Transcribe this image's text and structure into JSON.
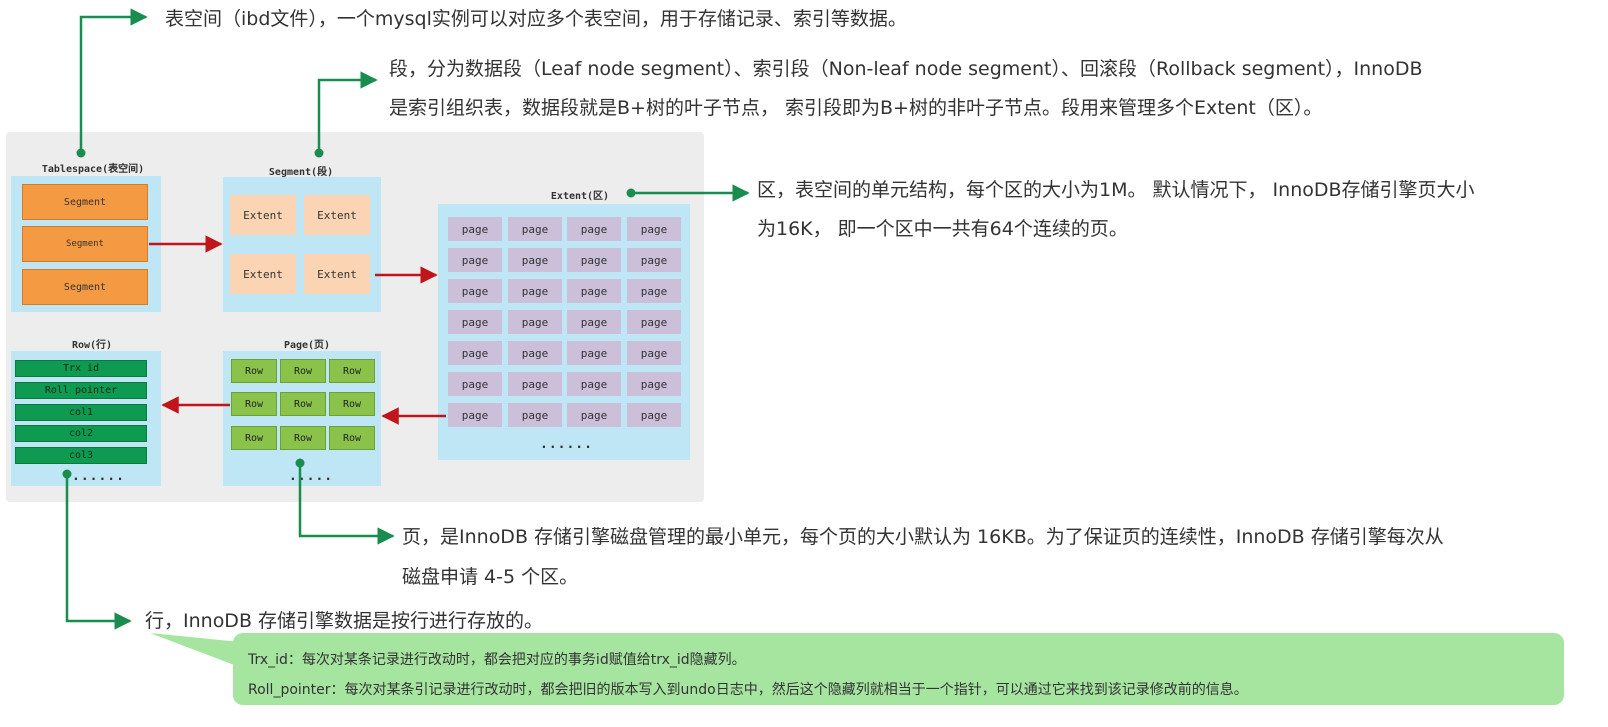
{
  "diagram": {
    "tablespace": {
      "title": "Tablespace(表空间)",
      "segments": [
        "Segment",
        "Segment",
        "Segment"
      ]
    },
    "segment": {
      "title": "Segment(段)",
      "extents": [
        "Extent",
        "Extent",
        "Extent",
        "Extent"
      ]
    },
    "extent": {
      "title": "Extent(区)",
      "page_label": "page",
      "more": "......"
    },
    "page": {
      "title": "Page(页)",
      "row_label": "Row",
      "more": "....."
    },
    "row": {
      "title": "Row(行)",
      "fields": [
        "Trx id",
        "Roll pointer",
        "col1",
        "col2",
        "col3"
      ],
      "more": "......"
    }
  },
  "descriptions": {
    "tablespace": "表空间（ibd文件），一个mysql实例可以对应多个表空间，用于存储记录、索引等数据。",
    "segment_line1": "段，分为数据段（Leaf node segment）、索引段（Non-leaf node segment）、回滚段（Rollback segment），InnoDB",
    "segment_line2": "是索引组织表，数据段就是B+树的叶子节点， 索引段即为B+树的非叶子节点。段用来管理多个Extent（区）。",
    "extent_line1": "区，表空间的单元结构，每个区的大小为1M。 默认情况下， InnoDB存储引擎页大小",
    "extent_line2": "为16K， 即一个区中一共有64个连续的页。",
    "page_line1": "页，是InnoDB 存储引擎磁盘管理的最小单元，每个页的大小默认为 16KB。为了保证页的连续性，InnoDB 存储引擎每次从",
    "page_line2": "磁盘申请 4-5 个区。",
    "row": "行，InnoDB 存储引擎数据是按行进行存放的。"
  },
  "note": {
    "trx_id": "Trx_id：每次对某条记录进行改动时，都会把对应的事务id赋值给trx_id隐藏列。",
    "roll_pointer": "Roll_pointer：每次对某条引记录进行改动时，都会把旧的版本写入到undo日志中，然后这个隐藏列就相当于一个指针，可以通过它来找到该记录修改前的信息。"
  },
  "colors": {
    "connector_green": "#1a8c4e",
    "flow_arrow_red": "#c0151a",
    "container_blue": "#bfe6f4",
    "segment_orange": "#f39a42",
    "extent_peach": "#fbd5b3",
    "page_lavender": "#cbbfda",
    "row_green": "#8bc34a",
    "field_green": "#0f9a52",
    "note_green": "#a5e5a0"
  }
}
